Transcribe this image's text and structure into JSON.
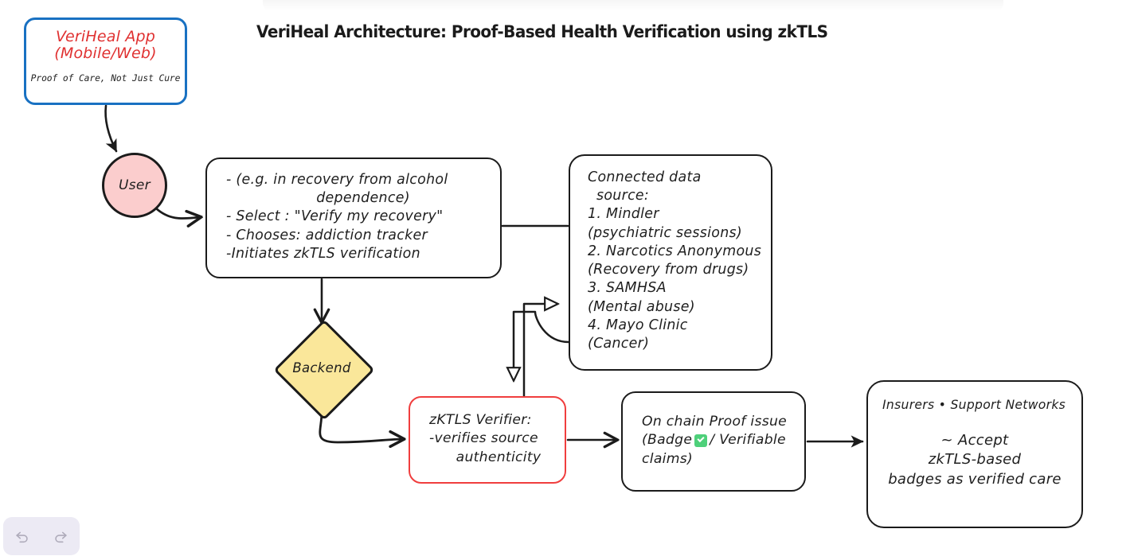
{
  "title": "VeriHeal Architecture: Proof-Based Health Verification using zkTLS",
  "colors": {
    "app_border": "#1971c2",
    "app_text": "#e03131",
    "user_fill": "#fbcdcd",
    "backend_fill": "#fae79a",
    "verifier_border": "#f03e3e",
    "badge_green": "#4ed07a",
    "stroke": "#1b1b1b",
    "canvas": "#ffffff",
    "toolbar_bg": "#eceaf4"
  },
  "nodes": {
    "app": {
      "title_line1": "VeriHeal App",
      "title_line2": "(Mobile/Web)",
      "tagline": "Proof of Care, Not Just Cure"
    },
    "user": {
      "label": "User"
    },
    "actions": {
      "lines": [
        "- (e.g. in recovery from alcohol",
        "dependence)",
        "- Select : \"Verify my recovery\"",
        "- Chooses: addiction tracker",
        "-Initiates zkTLS verification"
      ]
    },
    "datasource": {
      "lines": [
        "Connected data",
        "source:",
        "1. Mindler",
        "(psychiatric sessions)",
        "2. Narcotics Anonymous",
        "(Recovery from drugs)",
        "3. SAMHSA",
        "(Mental abuse)",
        "4. Mayo Clinic",
        "(Cancer)"
      ]
    },
    "backend": {
      "label": "Backend"
    },
    "verifier": {
      "lines": [
        "zKTLS Verifier:",
        "-verifies source",
        "authenticity"
      ]
    },
    "onchain": {
      "line1": "On chain Proof issue",
      "line2_before": "(Badge",
      "badge_icon": "green-check-badge",
      "line2_after": "/ Verifiable",
      "line3": "claims)"
    },
    "insurers": {
      "header": "Insurers • Support Networks",
      "body_lines": [
        "~ Accept",
        "zkTLS-based",
        "badges as verified care"
      ]
    }
  },
  "toolbar": {
    "undo_label": "undo-icon",
    "redo_label": "redo-icon"
  }
}
